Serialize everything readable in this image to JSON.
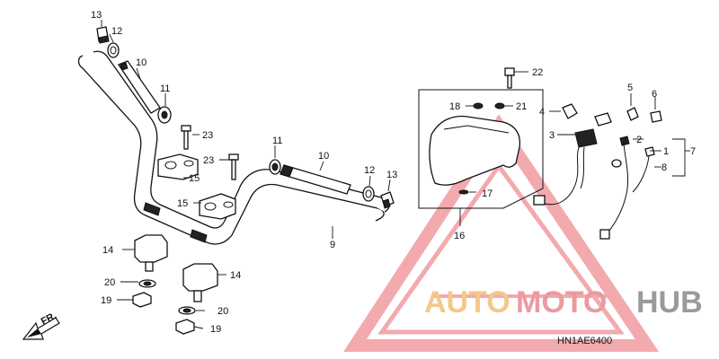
{
  "callouts": {
    "c13a": "13",
    "c12a": "12",
    "c10a": "10",
    "c11a": "11",
    "c23a": "23",
    "c23b": "23",
    "c15a": "15",
    "c15b": "15",
    "c14a": "14",
    "c14b": "14",
    "c20a": "20",
    "c20b": "20",
    "c19a": "19",
    "c19b": "19",
    "c11b": "11",
    "c10b": "10",
    "c12b": "12",
    "c13b": "13",
    "c9": "9",
    "c22": "22",
    "c18": "18",
    "c21": "21",
    "c17": "17",
    "c16": "16",
    "c4": "4",
    "c3": "3",
    "c5": "5",
    "c6": "6",
    "c2": "2",
    "c1": "1",
    "c8": "8",
    "c7": "7"
  },
  "direction_label": "FR.",
  "diagram_code": "HN1AE6400",
  "watermark": {
    "part1": "AUTO",
    "part2": "MOTO",
    "part3": "HUB"
  },
  "colors": {
    "watermark_orange": "#f3c88a",
    "watermark_red": "#e8656e",
    "watermark_gray": "#8f8f8f"
  }
}
